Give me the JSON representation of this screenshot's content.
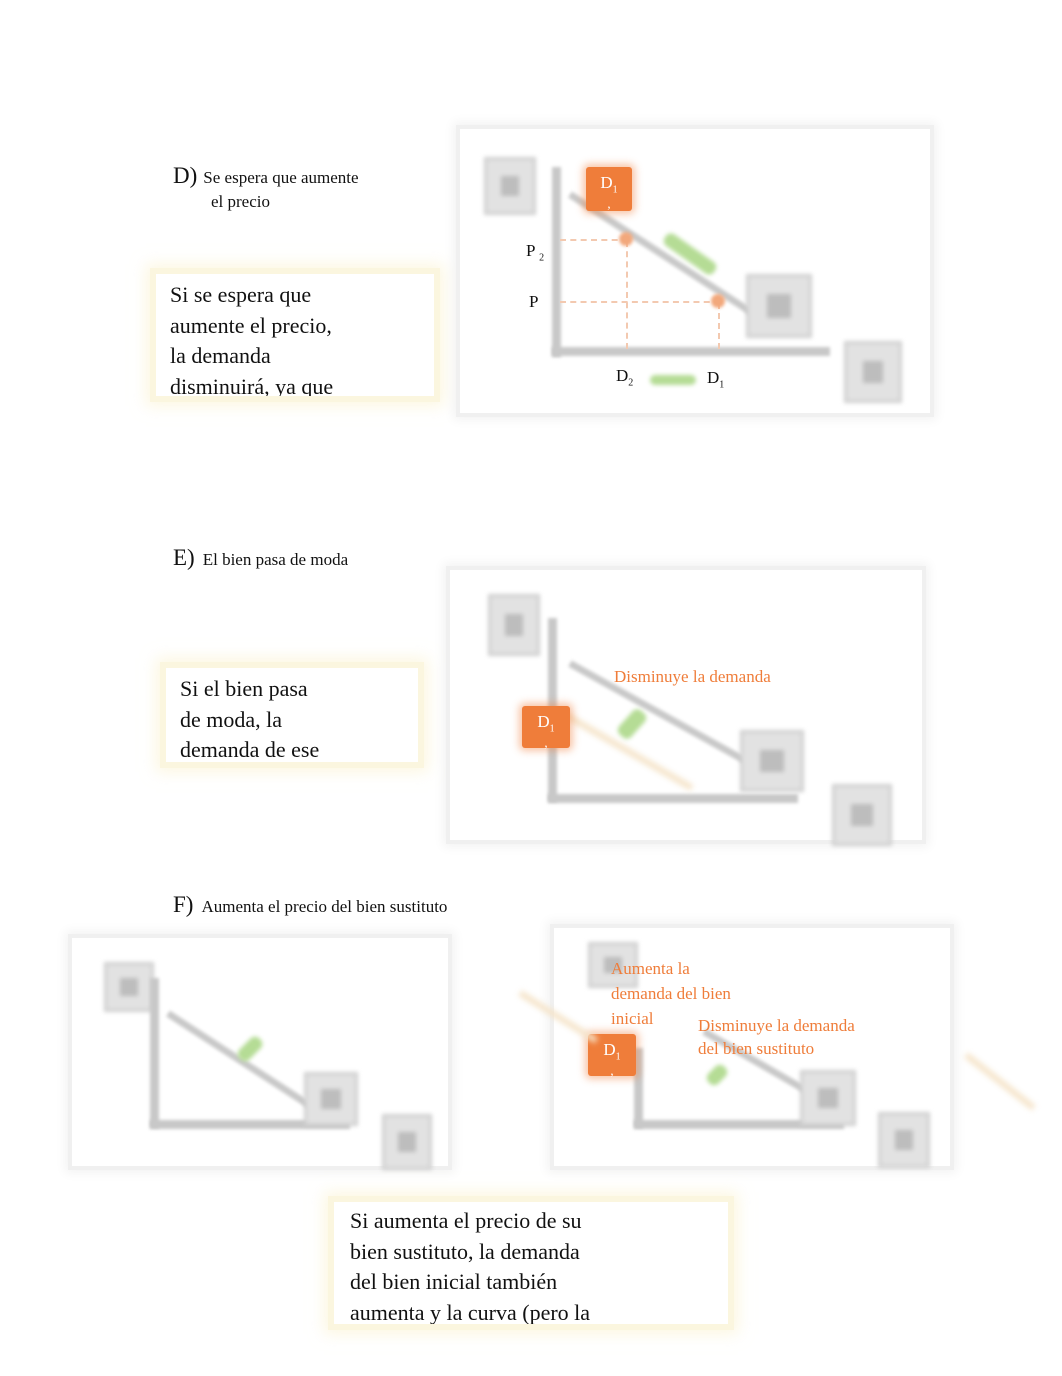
{
  "sections": {
    "d": {
      "letter": "D)",
      "line1": "Se espera que aumente",
      "line2": "el precio",
      "note_lines": [
        "Si se espera que",
        "aumente el precio,",
        "la demanda",
        "disminuirá, ya que"
      ],
      "graph": {
        "badge": "D",
        "badge_sub": "1",
        "badge_comma": ",",
        "p2_label": "P",
        "p2_sub": "2",
        "p_label": "P",
        "d2_label": "D",
        "d2_sub": "2",
        "d1_label": "D",
        "d1_sub": "1"
      }
    },
    "e": {
      "letter": "E)",
      "text": "El bien pasa de moda",
      "note_lines": [
        "Si el bien pasa",
        "de moda, la",
        "demanda de ese"
      ],
      "graph": {
        "annotation": "Disminuye la demanda",
        "badge": "D",
        "badge_sub": "1",
        "badge_comma": ","
      }
    },
    "f": {
      "letter": "F)",
      "text": "Aumenta el precio del bien sustituto",
      "graph_right": {
        "annotation_left": [
          "Aumenta la",
          "demanda del bien",
          "inicial"
        ],
        "annotation_right": [
          "Disminuye la demanda",
          "del bien sustituto"
        ],
        "badge": "D",
        "badge_sub": "1",
        "badge_comma": ","
      },
      "note_lines": [
        "Si aumenta el precio de su",
        "bien sustituto, la demanda",
        "del bien inicial también",
        "aumenta y la curva (pero la"
      ]
    }
  },
  "colors": {
    "accent_orange": "#ef7d3a",
    "note_border": "#fbf6df",
    "green_mark": "#b5dc95"
  }
}
